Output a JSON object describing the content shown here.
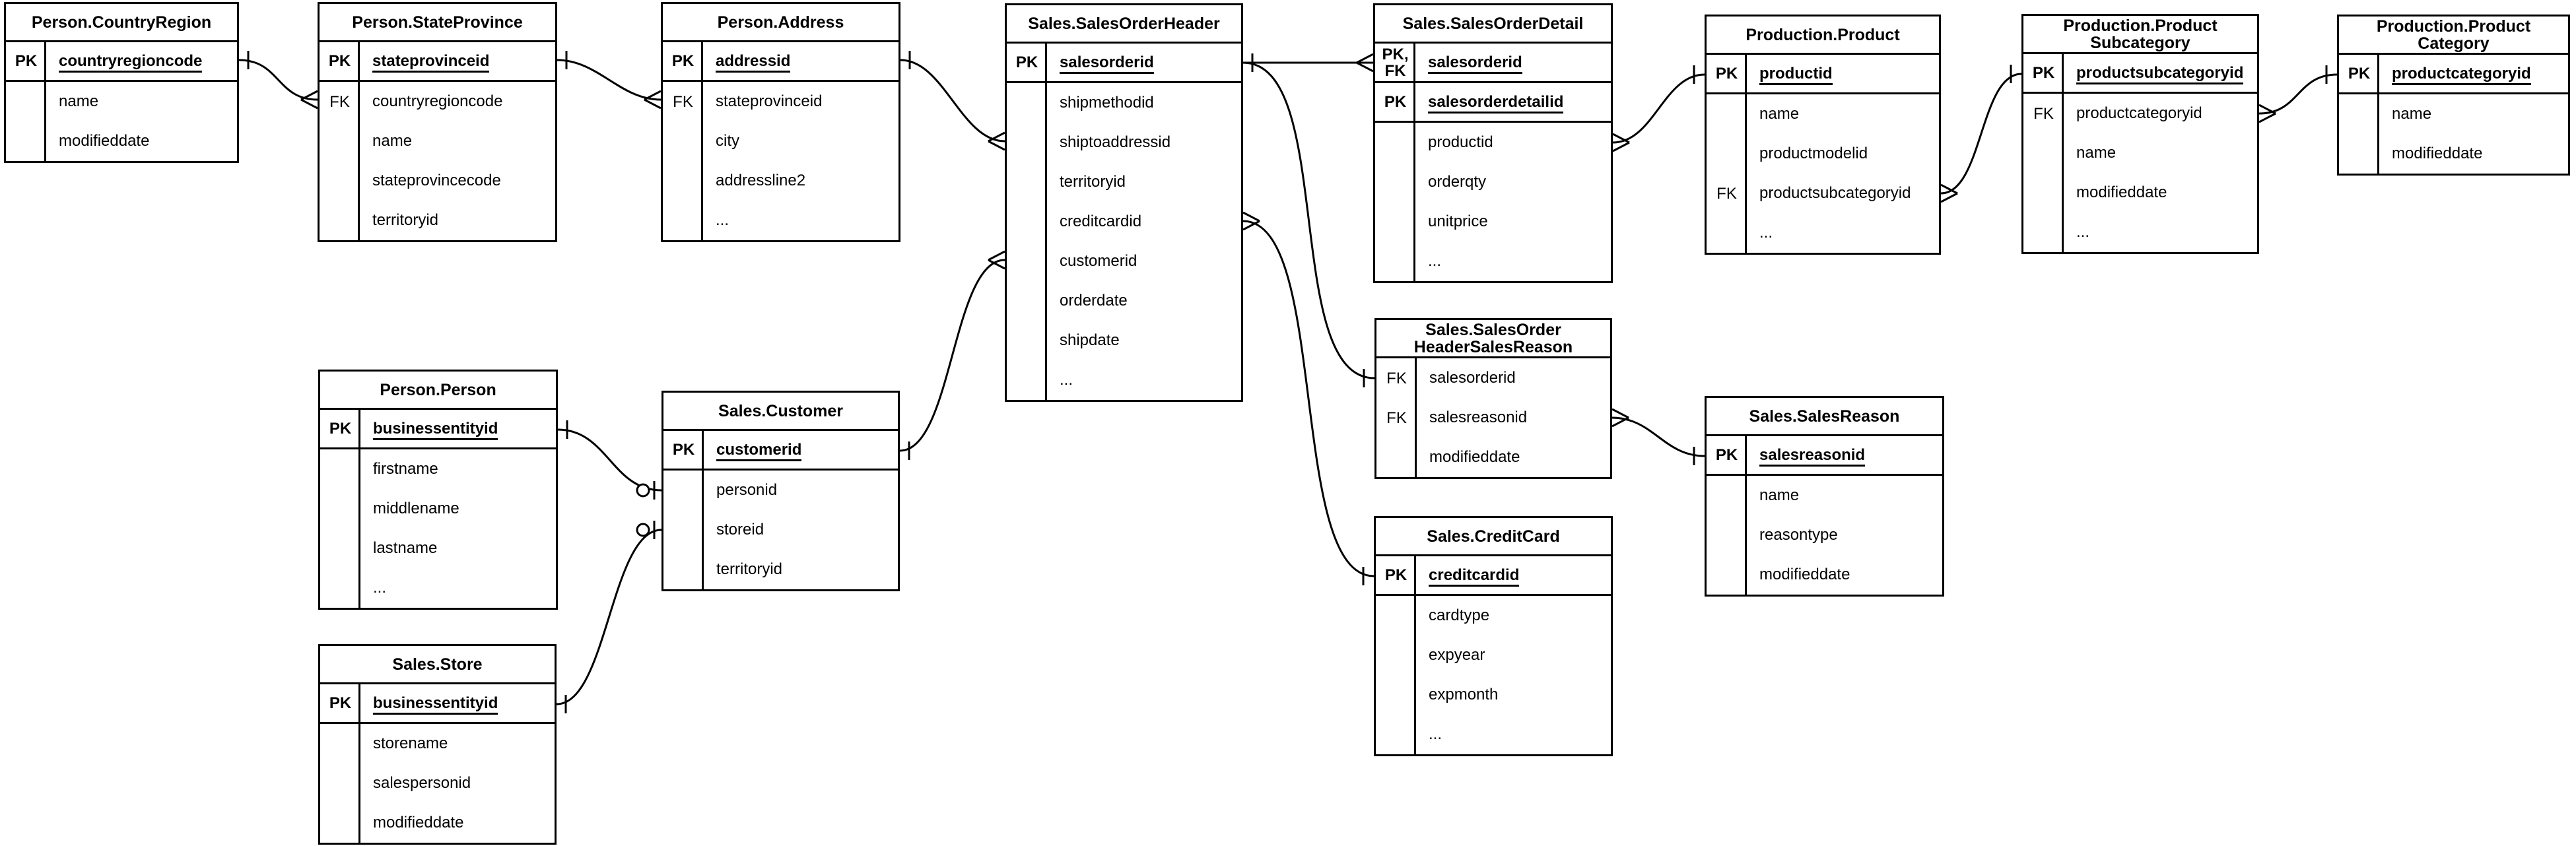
{
  "diagram": {
    "background_color": "#ffffff",
    "stroke_color": "#000000",
    "tables": [
      {
        "id": "countryregion",
        "title": "Person.CountryRegion",
        "rows": [
          {
            "key": "PK",
            "name": "countryregioncode",
            "type": "key"
          },
          {
            "key": "",
            "name": "name",
            "type": "attr"
          },
          {
            "key": "",
            "name": "modifieddate",
            "type": "attr"
          }
        ]
      },
      {
        "id": "stateprovince",
        "title": "Person.StateProvince",
        "rows": [
          {
            "key": "PK",
            "name": "stateprovinceid",
            "type": "key"
          },
          {
            "key": "FK",
            "name": "countryregioncode",
            "type": "attr"
          },
          {
            "key": "",
            "name": "name",
            "type": "attr"
          },
          {
            "key": "",
            "name": "stateprovincecode",
            "type": "attr"
          },
          {
            "key": "",
            "name": "territoryid",
            "type": "attr"
          }
        ]
      },
      {
        "id": "address",
        "title": "Person.Address",
        "rows": [
          {
            "key": "PK",
            "name": "addressid",
            "type": "key"
          },
          {
            "key": "FK",
            "name": "stateprovinceid",
            "type": "attr"
          },
          {
            "key": "",
            "name": "city",
            "type": "attr"
          },
          {
            "key": "",
            "name": "addressline2",
            "type": "attr"
          },
          {
            "key": "",
            "name": "...",
            "type": "attr"
          }
        ]
      },
      {
        "id": "salesorderheader",
        "title": "Sales.SalesOrderHeader",
        "rows": [
          {
            "key": "PK",
            "name": "salesorderid",
            "type": "key"
          },
          {
            "key": "",
            "name": "shipmethodid",
            "type": "attr"
          },
          {
            "key": "",
            "name": "shiptoaddressid",
            "type": "attr"
          },
          {
            "key": "",
            "name": "territoryid",
            "type": "attr"
          },
          {
            "key": "",
            "name": "creditcardid",
            "type": "attr"
          },
          {
            "key": "",
            "name": "customerid",
            "type": "attr"
          },
          {
            "key": "",
            "name": "orderdate",
            "type": "attr"
          },
          {
            "key": "",
            "name": "shipdate",
            "type": "attr"
          },
          {
            "key": "",
            "name": "...",
            "type": "attr"
          }
        ]
      },
      {
        "id": "salesorderdetail",
        "title": "Sales.SalesOrderDetail",
        "rows": [
          {
            "key": "PK,\nFK",
            "name": "salesorderid",
            "type": "key"
          },
          {
            "key": "PK",
            "name": "salesorderdetailid",
            "type": "key"
          },
          {
            "key": "",
            "name": "productid",
            "type": "attr"
          },
          {
            "key": "",
            "name": "orderqty",
            "type": "attr"
          },
          {
            "key": "",
            "name": "unitprice",
            "type": "attr"
          },
          {
            "key": "",
            "name": "...",
            "type": "attr"
          }
        ]
      },
      {
        "id": "product",
        "title": "Production.Product",
        "rows": [
          {
            "key": "PK",
            "name": "productid",
            "type": "key"
          },
          {
            "key": "",
            "name": "name",
            "type": "attr"
          },
          {
            "key": "",
            "name": "productmodelid",
            "type": "attr"
          },
          {
            "key": "FK",
            "name": "productsubcategoryid",
            "type": "attr"
          },
          {
            "key": "",
            "name": "...",
            "type": "attr"
          }
        ]
      },
      {
        "id": "productsubcategory",
        "title": "Production.Product\nSubcategory",
        "rows": [
          {
            "key": "PK",
            "name": "productsubcategoryid",
            "type": "key"
          },
          {
            "key": "FK",
            "name": "productcategoryid",
            "type": "attr"
          },
          {
            "key": "",
            "name": "name",
            "type": "attr"
          },
          {
            "key": "",
            "name": "modifieddate",
            "type": "attr"
          },
          {
            "key": "",
            "name": "...",
            "type": "attr"
          }
        ]
      },
      {
        "id": "productcategory",
        "title": "Production.Product\nCategory",
        "rows": [
          {
            "key": "PK",
            "name": "productcategoryid",
            "type": "key"
          },
          {
            "key": "",
            "name": "name",
            "type": "attr"
          },
          {
            "key": "",
            "name": "modifieddate",
            "type": "attr"
          }
        ]
      },
      {
        "id": "person",
        "title": "Person.Person",
        "rows": [
          {
            "key": "PK",
            "name": "businessentityid",
            "type": "key"
          },
          {
            "key": "",
            "name": "firstname",
            "type": "attr"
          },
          {
            "key": "",
            "name": "middlename",
            "type": "attr"
          },
          {
            "key": "",
            "name": "lastname",
            "type": "attr"
          },
          {
            "key": "",
            "name": "...",
            "type": "attr"
          }
        ]
      },
      {
        "id": "customer",
        "title": "Sales.Customer",
        "rows": [
          {
            "key": "PK",
            "name": "customerid",
            "type": "key"
          },
          {
            "key": "",
            "name": "personid",
            "type": "attr"
          },
          {
            "key": "",
            "name": "storeid",
            "type": "attr"
          },
          {
            "key": "",
            "name": "territoryid",
            "type": "attr"
          }
        ]
      },
      {
        "id": "salesorderheadersalesreason",
        "title": "Sales.SalesOrder\nHeaderSalesReason",
        "rows": [
          {
            "key": "FK",
            "name": "salesorderid",
            "type": "attr"
          },
          {
            "key": "FK",
            "name": "salesreasonid",
            "type": "attr"
          },
          {
            "key": "",
            "name": "modifieddate",
            "type": "attr"
          }
        ]
      },
      {
        "id": "salesreason",
        "title": "Sales.SalesReason",
        "rows": [
          {
            "key": "PK",
            "name": "salesreasonid",
            "type": "key"
          },
          {
            "key": "",
            "name": "name",
            "type": "attr"
          },
          {
            "key": "",
            "name": "reasontype",
            "type": "attr"
          },
          {
            "key": "",
            "name": "modifieddate",
            "type": "attr"
          }
        ]
      },
      {
        "id": "creditcard",
        "title": "Sales.CreditCard",
        "rows": [
          {
            "key": "PK",
            "name": "creditcardid",
            "type": "key"
          },
          {
            "key": "",
            "name": "cardtype",
            "type": "attr"
          },
          {
            "key": "",
            "name": "expyear",
            "type": "attr"
          },
          {
            "key": "",
            "name": "expmonth",
            "type": "attr"
          },
          {
            "key": "",
            "name": "...",
            "type": "attr"
          }
        ]
      },
      {
        "id": "store",
        "title": "Sales.Store",
        "rows": [
          {
            "key": "PK",
            "name": "businessentityid",
            "type": "key"
          },
          {
            "key": "",
            "name": "storename",
            "type": "attr"
          },
          {
            "key": "",
            "name": "salespersonid",
            "type": "attr"
          },
          {
            "key": "",
            "name": "modifieddate",
            "type": "attr"
          }
        ]
      }
    ],
    "relationships": [
      {
        "from": "Person.CountryRegion.countryregioncode",
        "to": "Person.StateProvince.countryregioncode",
        "from_end": "one",
        "to_end": "many"
      },
      {
        "from": "Person.StateProvince.stateprovinceid",
        "to": "Person.Address.stateprovinceid",
        "from_end": "one",
        "to_end": "many"
      },
      {
        "from": "Person.Address.addressid",
        "to": "Sales.SalesOrderHeader.shiptoaddressid",
        "from_end": "one",
        "to_end": "many"
      },
      {
        "from": "Sales.Customer.customerid",
        "to": "Sales.SalesOrderHeader.customerid",
        "from_end": "one",
        "to_end": "many"
      },
      {
        "from": "Person.Person.businessentityid",
        "to": "Sales.Customer.personid",
        "from_end": "one",
        "to_end": "zero-or-one"
      },
      {
        "from": "Sales.Store.businessentityid",
        "to": "Sales.Customer.storeid",
        "from_end": "one",
        "to_end": "zero-or-one"
      },
      {
        "from": "Sales.SalesOrderHeader.salesorderid",
        "to": "Sales.SalesOrderDetail.salesorderid",
        "from_end": "one",
        "to_end": "many"
      },
      {
        "from": "Sales.SalesOrderHeader.salesorderid",
        "to": "Sales.SalesOrderHeaderSalesReason.salesorderid",
        "from_end": "one",
        "to_end": "one"
      },
      {
        "from": "Sales.SalesOrderHeader.creditcardid",
        "to": "Sales.CreditCard.creditcardid",
        "from_end": "many",
        "to_end": "one"
      },
      {
        "from": "Sales.SalesOrderHeaderSalesReason.salesreasonid",
        "to": "Sales.SalesReason.salesreasonid",
        "from_end": "many",
        "to_end": "one"
      },
      {
        "from": "Sales.SalesOrderDetail.productid",
        "to": "Production.Product.productid",
        "from_end": "many",
        "to_end": "one"
      },
      {
        "from": "Production.Product.productsubcategoryid",
        "to": "Production.ProductSubcategory.productsubcategoryid",
        "from_end": "many",
        "to_end": "one"
      },
      {
        "from": "Production.ProductSubcategory.productcategoryid",
        "to": "Production.ProductCategory.productcategoryid",
        "from_end": "many",
        "to_end": "one"
      }
    ]
  }
}
